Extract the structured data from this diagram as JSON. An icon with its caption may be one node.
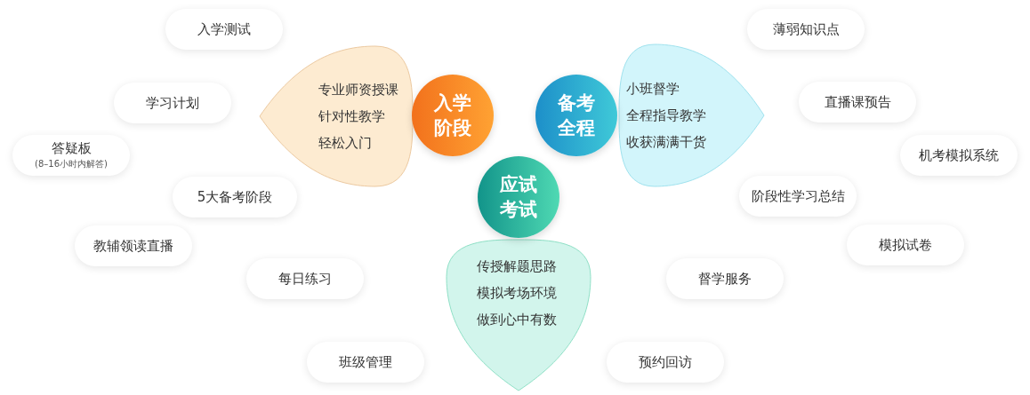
{
  "diagram": {
    "nodes": [
      {
        "text": [
          "专业师资授课",
          "针对性教学",
          "轻松入门"
        ]
      },
      {
        "text": [
          "入学阶段"
        ]
      },
      {
        "text": [
          "小班督学",
          "全程指导教学",
          "收获满满干货"
        ]
      },
      {
        "text": [
          "备考全程"
        ]
      },
      {
        "text": [
          "应试考试"
        ]
      },
      {
        "text": [
          "传授解题思路",
          "模拟考场环境",
          "做到心中有数"
        ]
      },
      {
        "text": [
          "入学测试"
        ]
      },
      {
        "text": [
          "学习计划"
        ]
      },
      {
        "text": [
          "答疑板",
          "(8–16小时内解答)"
        ]
      },
      {
        "text": [
          "5大备考阶段"
        ]
      },
      {
        "text": [
          "教辅领读直播"
        ]
      },
      {
        "text": [
          "每日练习"
        ]
      },
      {
        "text": [
          "班级管理"
        ]
      },
      {
        "text": [
          "薄弱知识点"
        ]
      },
      {
        "text": [
          "直播课预告"
        ]
      },
      {
        "text": [
          "机考模拟系统"
        ]
      },
      {
        "text": [
          "阶段性学习总结"
        ]
      },
      {
        "text": [
          "模拟试卷"
        ]
      },
      {
        "text": [
          "督学服务"
        ]
      },
      {
        "text": [
          "预约回访"
        ]
      }
    ],
    "edges": []
  }
}
